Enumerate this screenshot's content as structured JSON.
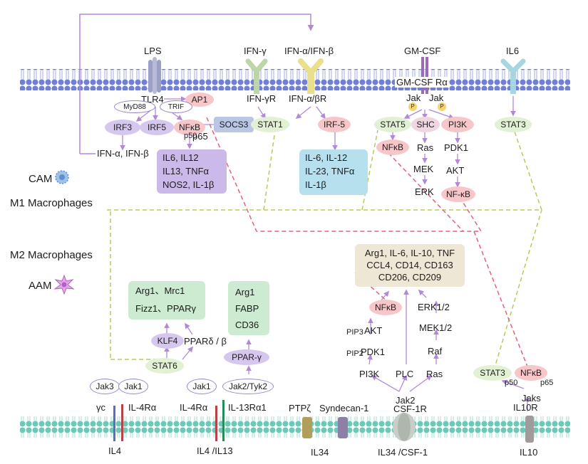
{
  "top": {
    "lps": "LPS",
    "ifng": "IFN-γ",
    "ifnab": "IFN-α/IFN-β",
    "gmcsf": "GM-CSF",
    "il6": "IL6"
  },
  "m1": {
    "tlr4": "TLR4",
    "ap1": "AP1",
    "myd88": "MyD88",
    "trif": "TRIF",
    "irf3": "IRF3",
    "irf5": "IRF5",
    "nfkb": "NFκB",
    "p50": "p50",
    "p65": "p65",
    "socs3": "SOCS3",
    "ifngr": "IFN-γR",
    "ifnabr": "IFN-α/βR",
    "stat1": "STAT1",
    "irf5b": "IRF-5",
    "ifn_out": "IFN-α, IFN-β",
    "box_purple": [
      "IL6, IL12",
      "IL13, TNFα",
      "NOS2, IL-1β"
    ],
    "box_teal": [
      "IL-6, IL-12",
      "IL-23, TNFα",
      "IL-1β"
    ],
    "gmcsfr": "GM-CSF Rα",
    "jak1": "Jak",
    "jak2": "Jak",
    "p_label": "P",
    "stat5": "STAT5",
    "shc": "SHC",
    "pi3k": "PI3K",
    "stat3": "STAT3",
    "nfkb2": "NFκB",
    "ras": "Ras",
    "pdk1": "PDK1",
    "mek": "MEK",
    "akt": "AKT",
    "erk": "ERK",
    "nfkb3": "NF-κB"
  },
  "legend": {
    "cam": "CAM",
    "m1": "M1 Macrophages",
    "m2": "M2 Macrophages",
    "aam": "AAM"
  },
  "m2": {
    "box_left": [
      "Arg1、Mrc1",
      "Fizz1、PPARγ"
    ],
    "box_mid": [
      "Arg1",
      "FABP",
      "CD36"
    ],
    "box_right": [
      "Arg1, IL-6, IL-10, TNF",
      "CCL4, CD14, CD163",
      "CD206, CD209"
    ],
    "klf4": "KLF4",
    "ppard": "PPARδ / β",
    "stat6": "STAT6",
    "pparg": "PPAR-γ",
    "jak3": "Jak3",
    "jak1a": "Jak1",
    "jak1b": "Jak1",
    "jak2tyk2": "Jak2/Tyk2",
    "gc": "γc",
    "il4ra1": "IL-4Rα",
    "il4ra2": "IL-4Rα",
    "il13ra1": "IL-13Rα1",
    "il4": "IL4",
    "il4il13": "IL4 /IL13",
    "nfkb": "NFκB",
    "pip3": "PIP3",
    "akt": "AKT",
    "pip2": "PIP2",
    "pdk1": "PDK1",
    "pi3k": "PI3K",
    "plc": "PLC",
    "ras": "Ras",
    "raf": "Raf",
    "mek12": "MEK1/2",
    "erk12": "ERK1/2",
    "jak2": "Jak2",
    "csf1r": "CSF-1R",
    "ptpz": "PTPζ",
    "syndecan": "Syndecan-1",
    "il34": "IL34",
    "il34csf1": "IL34 /CSF-1",
    "stat3": "STAT3",
    "nfkb2": "NFκB",
    "p50": "p50",
    "p65": "p65",
    "jaks": "Jaks",
    "il10r": "IL10R",
    "il10": "IL10"
  }
}
